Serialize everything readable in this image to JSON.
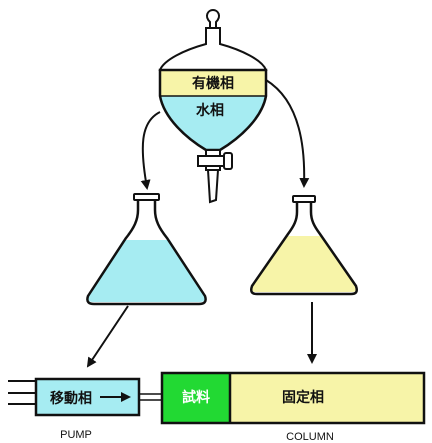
{
  "labels": {
    "organic_phase": "有機相",
    "aqueous_phase": "水相",
    "mobile_phase": "移動相",
    "sample": "試料",
    "stationary_phase": "固定相",
    "pump": "PUMP",
    "column": "COLUMN"
  },
  "colors": {
    "organic": "#f7f4a8",
    "aqueous": "#a6ecf2",
    "sample": "#22d933",
    "stroke": "#111111"
  }
}
